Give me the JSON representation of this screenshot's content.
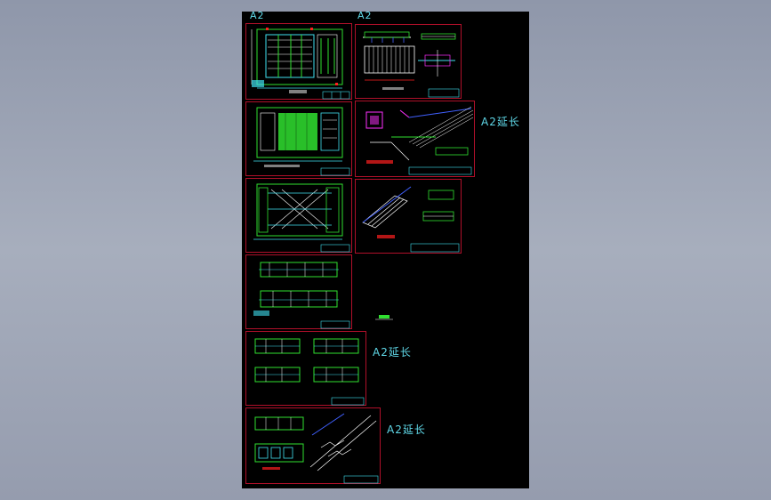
{
  "drawing": {
    "labels": {
      "a2_top_left": "A2",
      "a2_top_right": "A2",
      "a2_extend_1": "A2延长",
      "a2_extend_2": "A2延长",
      "a2_extend_3": "A2延长"
    },
    "colors": {
      "background": "#000000",
      "frame": "#b0102a",
      "cyan": "#40e0f0",
      "green": "#30e030",
      "white": "#ffffff",
      "magenta": "#ff30ff",
      "blue": "#4060ff",
      "yellow": "#e8e040",
      "red": "#ff2020"
    }
  }
}
